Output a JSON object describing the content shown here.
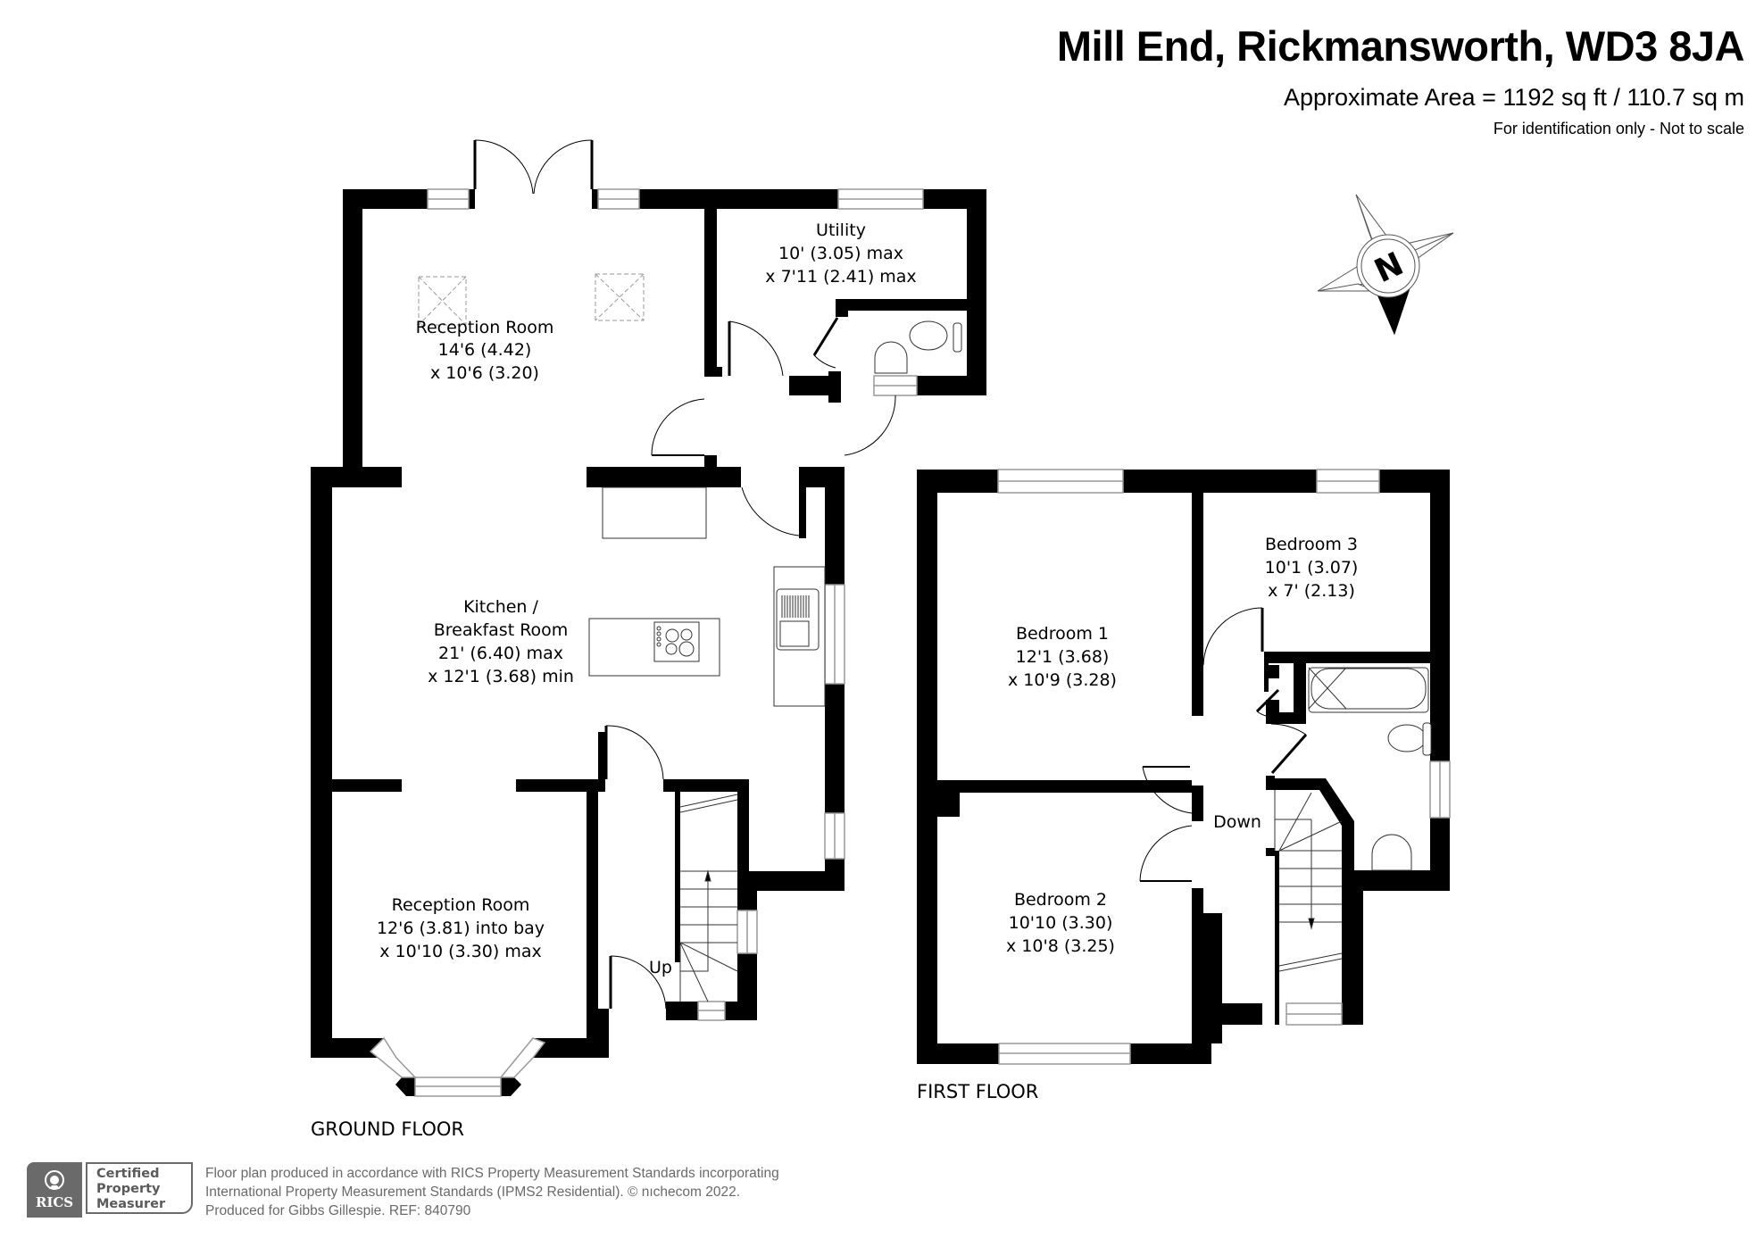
{
  "header": {
    "title": "Mill End, Rickmansworth, WD3 8JA",
    "area": "Approximate Area = 1192 sq ft / 110.7 sq m",
    "note": "For identification only - Not to scale"
  },
  "compass": {
    "label": "N",
    "icon": "compass-north-icon"
  },
  "ground_floor": {
    "label": "GROUND FLOOR",
    "stairs_label": "Up",
    "rooms": [
      {
        "name": "Reception Room",
        "dim1": "14'6 (4.42)",
        "dim2": "x 10'6 (3.20)"
      },
      {
        "name": "Utility",
        "dim1": "10' (3.05) max",
        "dim2": "x 7'11 (2.41) max"
      },
      {
        "name": "Kitchen /",
        "name2": "Breakfast Room",
        "dim1": "21' (6.40) max",
        "dim2": "x 12'1 (3.68) min"
      },
      {
        "name": "Reception Room",
        "dim1": "12'6 (3.81) into bay",
        "dim2": "x 10'10 (3.30) max"
      }
    ]
  },
  "first_floor": {
    "label": "FIRST FLOOR",
    "stairs_label": "Down",
    "rooms": [
      {
        "name": "Bedroom 1",
        "dim1": "12'1 (3.68)",
        "dim2": "x 10'9 (3.28)"
      },
      {
        "name": "Bedroom 3",
        "dim1": "10'1 (3.07)",
        "dim2": "x 7' (2.13)"
      },
      {
        "name": "Bedroom 2",
        "dim1": "10'10 (3.30)",
        "dim2": "x 10'8 (3.25)"
      }
    ]
  },
  "footer": {
    "rics_logo_text": "RICS",
    "badge_lines": [
      "Certified",
      "Property",
      "Measurer"
    ],
    "lines": [
      "Floor plan produced in accordance with RICS Property Measurement Standards incorporating",
      "International Property Measurement Standards (IPMS2 Residential).   © nıchecom 2022.",
      "Produced for Gibbs Gillespie.   REF:  840790"
    ]
  },
  "colors": {
    "wall": "#000000",
    "footer_gray": "#6a6a6a",
    "background": "#ffffff"
  }
}
